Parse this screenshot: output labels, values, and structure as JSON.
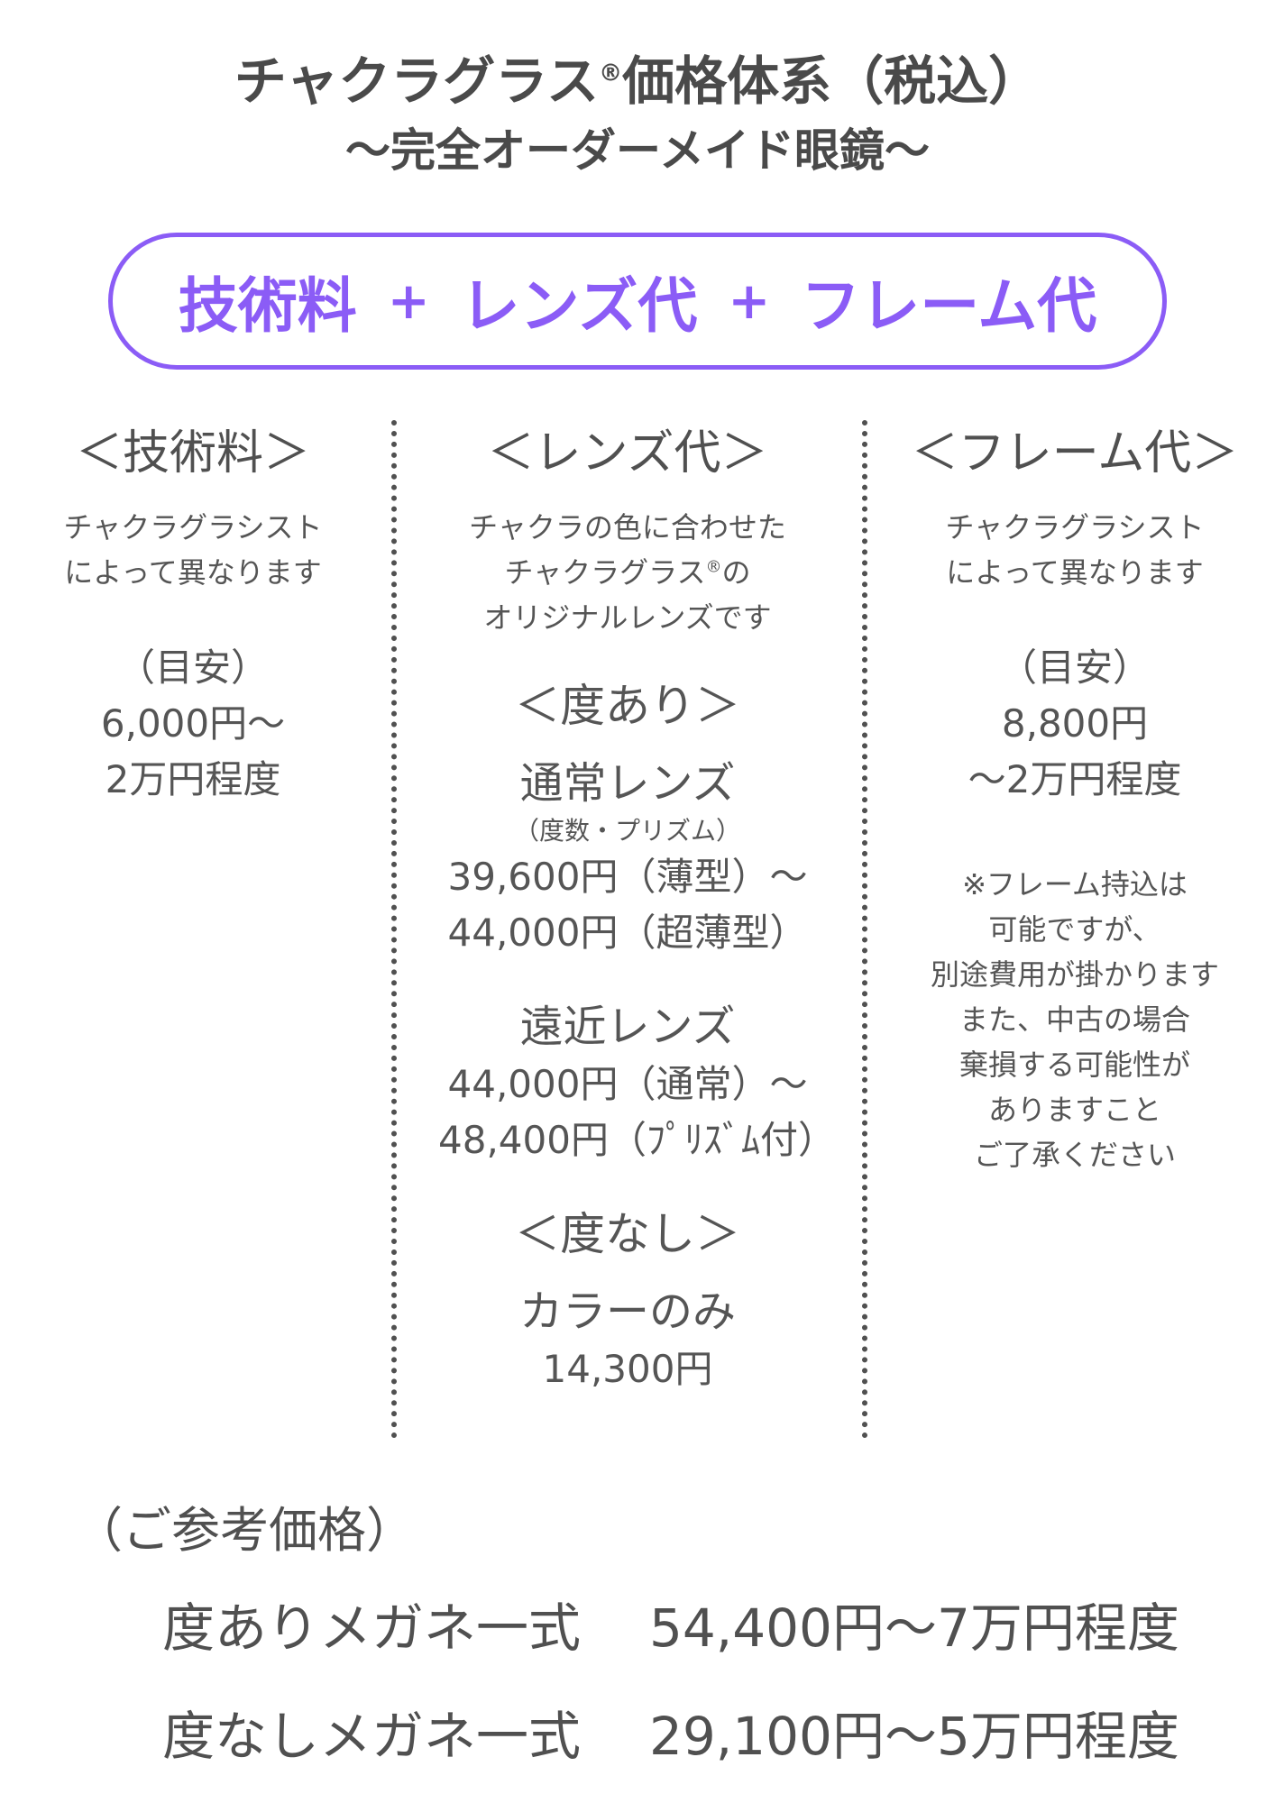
{
  "header": {
    "title_main": "チャクラグラス",
    "title_mark": "®",
    "title_rest": "価格体系（税込）",
    "subtitle": "〜完全オーダーメイド眼鏡〜"
  },
  "formula": {
    "part1": "技術料",
    "plus1": "+",
    "part2": "レンズ代",
    "plus2": "+",
    "part3": "フレーム代"
  },
  "columns": {
    "tech": {
      "heading": "＜技術料＞",
      "desc1": "チャクラグラシスト",
      "desc2": "によって異なります",
      "estimate_label": "（目安）",
      "price1": "6,000円〜",
      "price2": "2万円程度"
    },
    "lens": {
      "heading": "＜レンズ代＞",
      "desc1": "チャクラの色に合わせた",
      "desc2_main": "チャクラグラス",
      "desc2_mark": "®",
      "desc2_rest": "の",
      "desc3": "オリジナルレンズです",
      "with_rx_heading": "＜度あり＞",
      "normal_name": "通常レンズ",
      "normal_note": "（度数・プリズム）",
      "normal_price1": "39,600円（薄型）〜",
      "normal_price2": "44,000円（超薄型）",
      "progressive_name": "遠近レンズ",
      "progressive_price1": "44,000円（通常）〜",
      "progressive_price2": "48,400円（ﾌﾟﾘｽﾞﾑ付）",
      "no_rx_heading": "＜度なし＞",
      "color_name": "カラーのみ",
      "color_price": "14,300円"
    },
    "frame": {
      "heading": "＜フレーム代＞",
      "desc1": "チャクラグラシスト",
      "desc2": "によって異なります",
      "estimate_label": "（目安）",
      "price1": "8,800円",
      "price2": "〜2万円程度",
      "note1": "※フレーム持込は",
      "note2": "可能ですが、",
      "note3": "別途費用が掛かります",
      "note4": "また、中古の場合",
      "note5": "棄損する可能性が",
      "note6": "ありますこと",
      "note7": "ご了承ください"
    }
  },
  "reference": {
    "title": "（ご参考価格）",
    "rows": [
      {
        "label": "度ありメガネ一式",
        "price": "54,400円〜7万円程度"
      },
      {
        "label": "度なしメガネ一式",
        "price": "29,100円〜5万円程度"
      }
    ]
  },
  "colors": {
    "accent": "#8b5cf6",
    "text": "#505050"
  }
}
